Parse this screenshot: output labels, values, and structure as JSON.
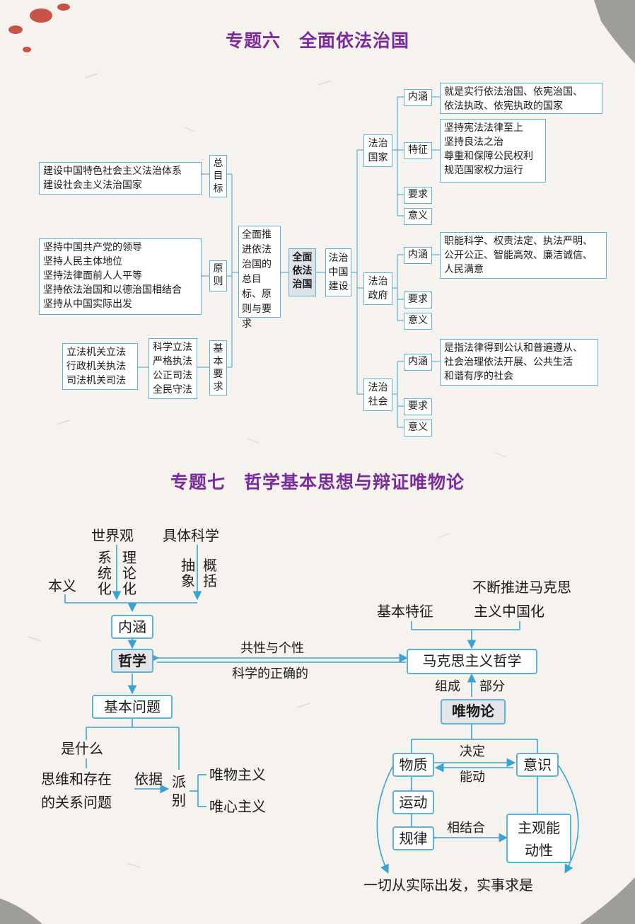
{
  "s6": {
    "title": "专题六　全面依法治国",
    "left": {
      "goal_label": "总目标",
      "goal_text": [
        "建设中国特色社会主义法治体系",
        "建设社会主义法治国家"
      ],
      "principle_label": "原则",
      "principle_text": [
        "坚持中国共产党的领导",
        "坚持人民主体地位",
        "坚持法律面前人人平等",
        "坚持依法治国和以德治国相结合",
        "坚持从中国实际出发"
      ],
      "req_label": "基本要求",
      "req_mid": [
        "科学立法",
        "严格执法",
        "公正司法",
        "全民守法"
      ],
      "req_left": [
        "立法机关立法",
        "行政机关执法",
        "司法机关司法"
      ]
    },
    "center": {
      "advance": "全面推进依法治国的总目标、原则与要求",
      "core": "全面依法治国",
      "build": "法治中国建设"
    },
    "right": {
      "state": {
        "label": "法治国家",
        "neihan_label": "内涵",
        "neihan": [
          "就是实行依法治国、依宪治国、",
          "依法执政、依宪执政的国家"
        ],
        "tezheng_label": "特征",
        "tezheng": [
          "坚持宪法法律至上",
          "坚持良法之治",
          "尊重和保障公民权利",
          "规范国家权力运行"
        ],
        "yaoqiu": "要求",
        "yiyi": "意义"
      },
      "gov": {
        "label": "法治政府",
        "neihan_label": "内涵",
        "neihan": [
          "职能科学、权责法定、执法严明、",
          "公开公正、智能高效、廉洁诚信、",
          "人民满意"
        ],
        "yaoqiu": "要求",
        "yiyi": "意义"
      },
      "society": {
        "label": "法治社会",
        "neihan_label": "内涵",
        "neihan": [
          "是指法律得到公认和普遍遵从、",
          "社会治理依法开展、公共生活",
          "和谐有序的社会"
        ],
        "yaoqiu": "要求",
        "yiyi": "意义"
      }
    }
  },
  "s7": {
    "title": "专题七　哲学基本思想与辩证唯物论",
    "shijieguan": "世界观",
    "jutikexue": "具体科学",
    "xitonghua": "系统化",
    "lilunhua": "理论化",
    "chouxiang": "抽象",
    "gaikuo": "概括",
    "benyi": "本义",
    "neihan": "内涵",
    "zhexue": "哲学",
    "gongxing": "共性与个性",
    "kexue": "科学的正确的",
    "makesi": "马克思主义哲学",
    "jibentezheng": "基本特征",
    "buduan": [
      "不断推进马克思",
      "主义中国化"
    ],
    "zucheng": "组成",
    "bufen": "部分",
    "weiwulun": "唯物论",
    "jibenwenti": "基本问题",
    "shishenme": "是什么",
    "siwei": [
      "思维和存在",
      "的关系问题"
    ],
    "yiju": "依据",
    "paibie": "派别",
    "weiwuzhuyi": "唯物主义",
    "weixinzhuyi": "唯心主义",
    "wuzhi": "物质",
    "yishi": "意识",
    "jueding": "决定",
    "nengdong": "能动",
    "yundong": "运动",
    "guilv": "规律",
    "xiangjiehe": "相结合",
    "zhuguan": [
      "主观能",
      "动性"
    ],
    "yiqie": "一切从实际出发，实事求是"
  }
}
